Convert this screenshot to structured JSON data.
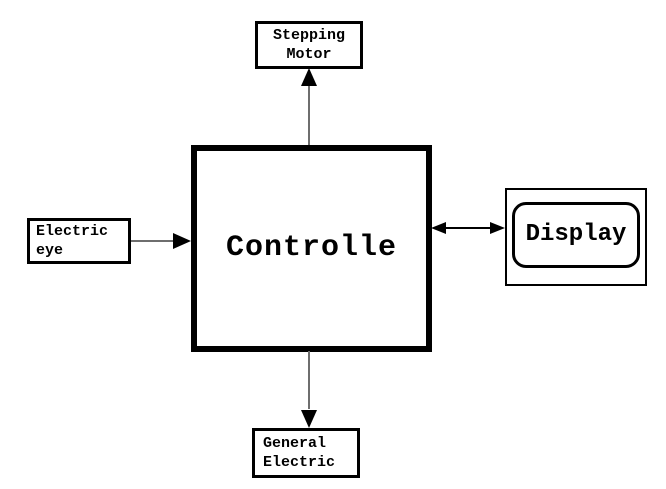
{
  "diagram": {
    "background": "#ffffff",
    "nodes": {
      "stepping_motor": {
        "lines": [
          "Stepping",
          "Motor"
        ]
      },
      "electric_eye": {
        "lines": [
          "Electric",
          "eye"
        ]
      },
      "controller": {
        "label": "Controlle"
      },
      "display": {
        "label": "Display"
      },
      "general_electric": {
        "lines": [
          "General",
          "Electric"
        ]
      }
    },
    "edges": [
      {
        "from": "controller",
        "to": "stepping_motor",
        "direction": "up",
        "arrow": "single"
      },
      {
        "from": "electric_eye",
        "to": "controller",
        "direction": "right",
        "arrow": "single"
      },
      {
        "from": "controller",
        "to": "display",
        "direction": "horizontal",
        "arrow": "double"
      },
      {
        "from": "controller",
        "to": "general_electric",
        "direction": "down",
        "arrow": "single"
      }
    ],
    "colors": {
      "box_border": "#000000",
      "text": "#000000",
      "single_arrow_line": "#6e6e6e",
      "double_arrow_line": "#000000",
      "arrowhead": "#000000"
    }
  }
}
